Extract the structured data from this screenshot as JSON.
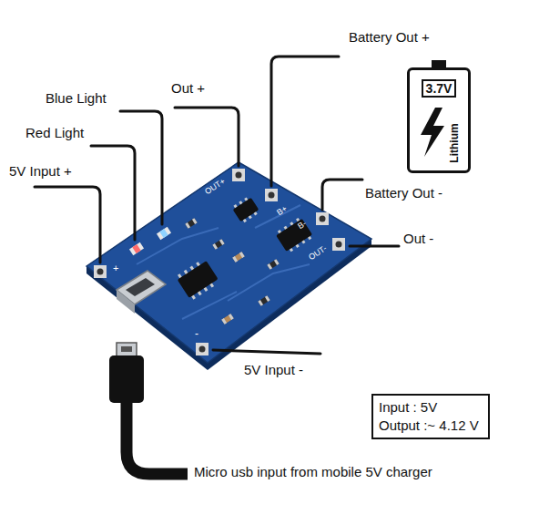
{
  "diagram": {
    "nodes": [
      {
        "text": [
          "3.7V",
          "Lithium"
        ]
      },
      {
        "text": [
          "Input : 5V",
          "Output :~ 4.12 V"
        ]
      }
    ],
    "labels": [
      "Battery Out +",
      "Out +",
      "Blue Light",
      "Red Light",
      "5V Input +",
      "Battery Out -",
      "Out -",
      "5V Input -",
      "Micro usb input from mobile 5V charger",
      "OUT+",
      "B+",
      "B-",
      "OUT-",
      "+",
      "-"
    ]
  }
}
